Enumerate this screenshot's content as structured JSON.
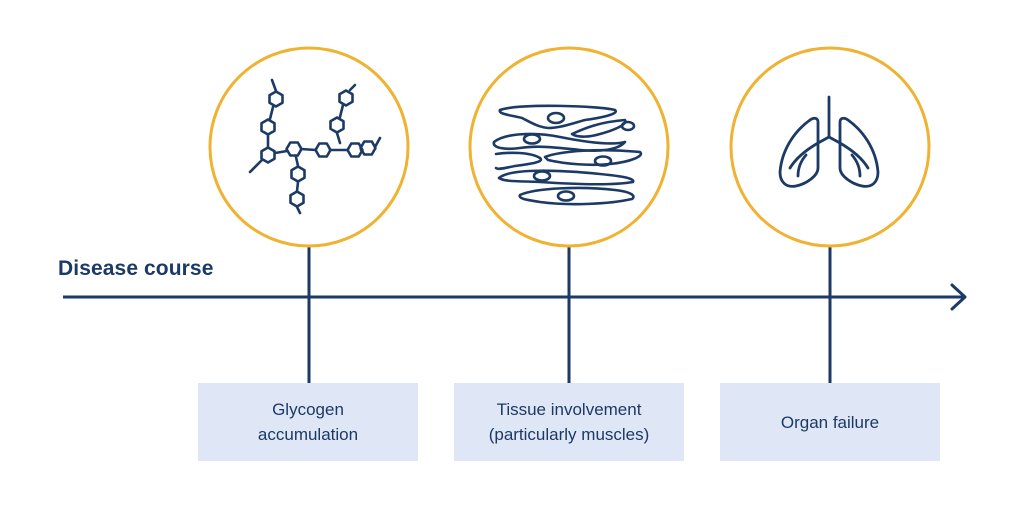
{
  "title": "Disease course",
  "colors": {
    "navy": "#1c3a66",
    "circle": "#f0b232",
    "box_fill": "#dfe6f5",
    "background": "#ffffff"
  },
  "stages": [
    {
      "icon": "glycogen-molecule-icon",
      "label": "Glycogen\naccumulation"
    },
    {
      "icon": "muscle-tissue-icon",
      "label": "Tissue involvement\n(particularly muscles)"
    },
    {
      "icon": "lungs-icon",
      "label": "Organ failure"
    }
  ]
}
